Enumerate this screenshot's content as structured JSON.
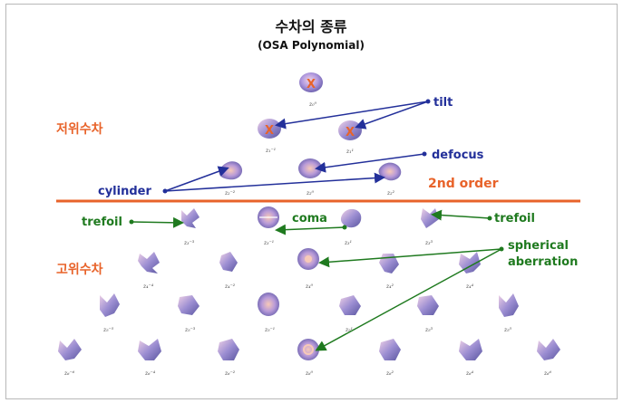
{
  "title": "수차의 종류",
  "subtitle": "(OSA Polynomial)",
  "groups": {
    "low": "저위수차",
    "high": "고위수차"
  },
  "order_label": "2nd order",
  "labels": {
    "tilt": "tilt",
    "defocus": "defocus",
    "cylinder": "cylinder",
    "coma": "coma",
    "trefoil_left": "trefoil",
    "trefoil_right": "trefoil",
    "spherical_1": "spherical",
    "spherical_2": "aberration"
  },
  "marks": {
    "excluded": "X"
  },
  "colors": {
    "orange": "#e8632a",
    "blue": "#23309a",
    "green": "#1f7a1f",
    "surface": "#9b8fc9"
  },
  "icons": [
    "zernike-surface-icon"
  ]
}
